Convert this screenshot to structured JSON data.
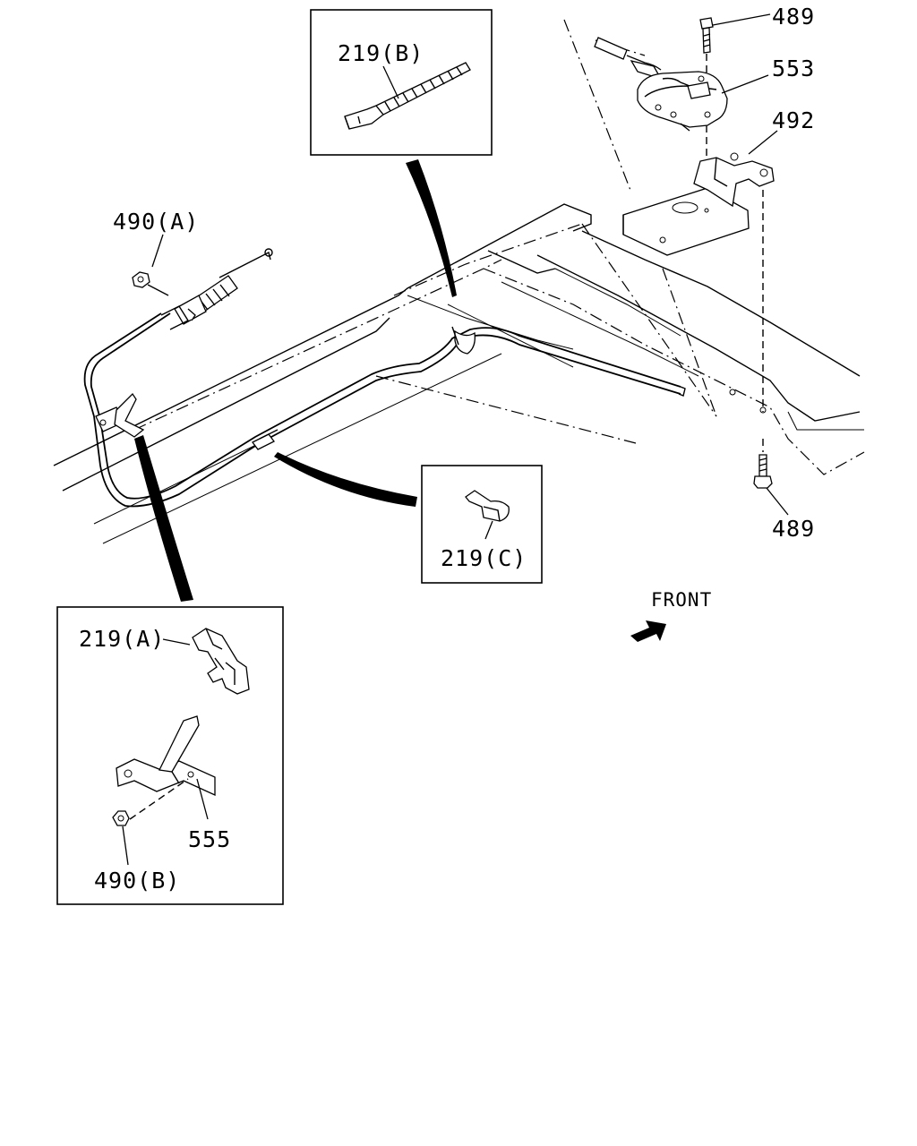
{
  "labels": {
    "p489_top": "489",
    "p553": "553",
    "p492": "492",
    "p489_bottom": "489",
    "p490a": "490(A)",
    "p219b": "219(B)",
    "p219c": "219(C)",
    "p219a": "219(A)",
    "p555": "555",
    "p490b": "490(B)",
    "front": "FRONT"
  },
  "icons": {
    "front_arrow": "front-arrow-icon"
  }
}
